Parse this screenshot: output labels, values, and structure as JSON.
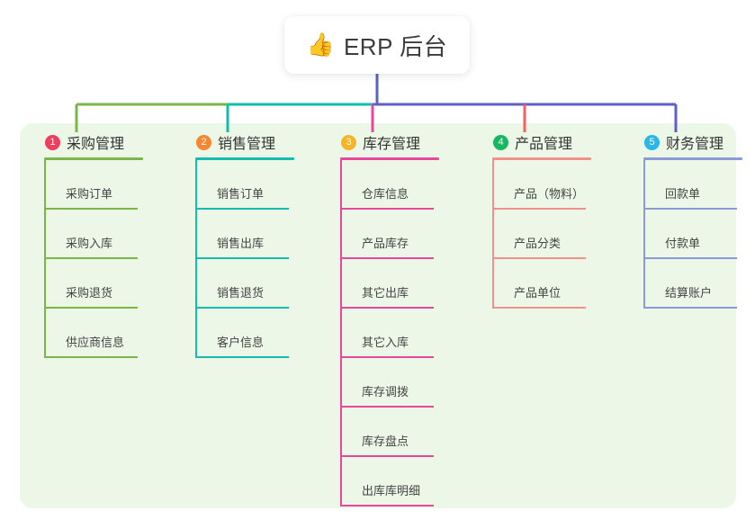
{
  "root": {
    "icon": "thumbs-up-icon",
    "emoji": "👍",
    "title": "ERP 后台"
  },
  "colors": {
    "panel_bg": "#edf7e7",
    "root_bg": "#ffffff",
    "bus_green": "#7ab648",
    "bus_teal": "#13bdae",
    "bus_indigo": "#5c5fc4",
    "stem_indigo": "#5c5fc4",
    "drop_pink": "#e8489c",
    "drop_red": "#f2615c"
  },
  "branches": [
    {
      "number": "1",
      "title": "采购管理",
      "badge_color": "#ef3d5e",
      "line_color": "#7ab648",
      "items": [
        "采购订单",
        "采购入库",
        "采购退货",
        "供应商信息"
      ]
    },
    {
      "number": "2",
      "title": "销售管理",
      "badge_color": "#f5872e",
      "line_color": "#13bdae",
      "items": [
        "销售订单",
        "销售出库",
        "销售退货",
        "客户信息"
      ]
    },
    {
      "number": "3",
      "title": "库存管理",
      "badge_color": "#f5b429",
      "line_color": "#e8489c",
      "items": [
        "仓库信息",
        "产品库存",
        "其它出库",
        "其它入库",
        "库存调拨",
        "库存盘点",
        "出库库明细"
      ]
    },
    {
      "number": "4",
      "title": "产品管理",
      "badge_color": "#16b760",
      "line_color": "#f2918c",
      "items": [
        "产品（物料）",
        "产品分类",
        "产品单位"
      ]
    },
    {
      "number": "5",
      "title": "财务管理",
      "badge_color": "#29b6e8",
      "line_color": "#8a9ad6",
      "items": [
        "回款单",
        "付款单",
        "结算账户"
      ]
    }
  ]
}
